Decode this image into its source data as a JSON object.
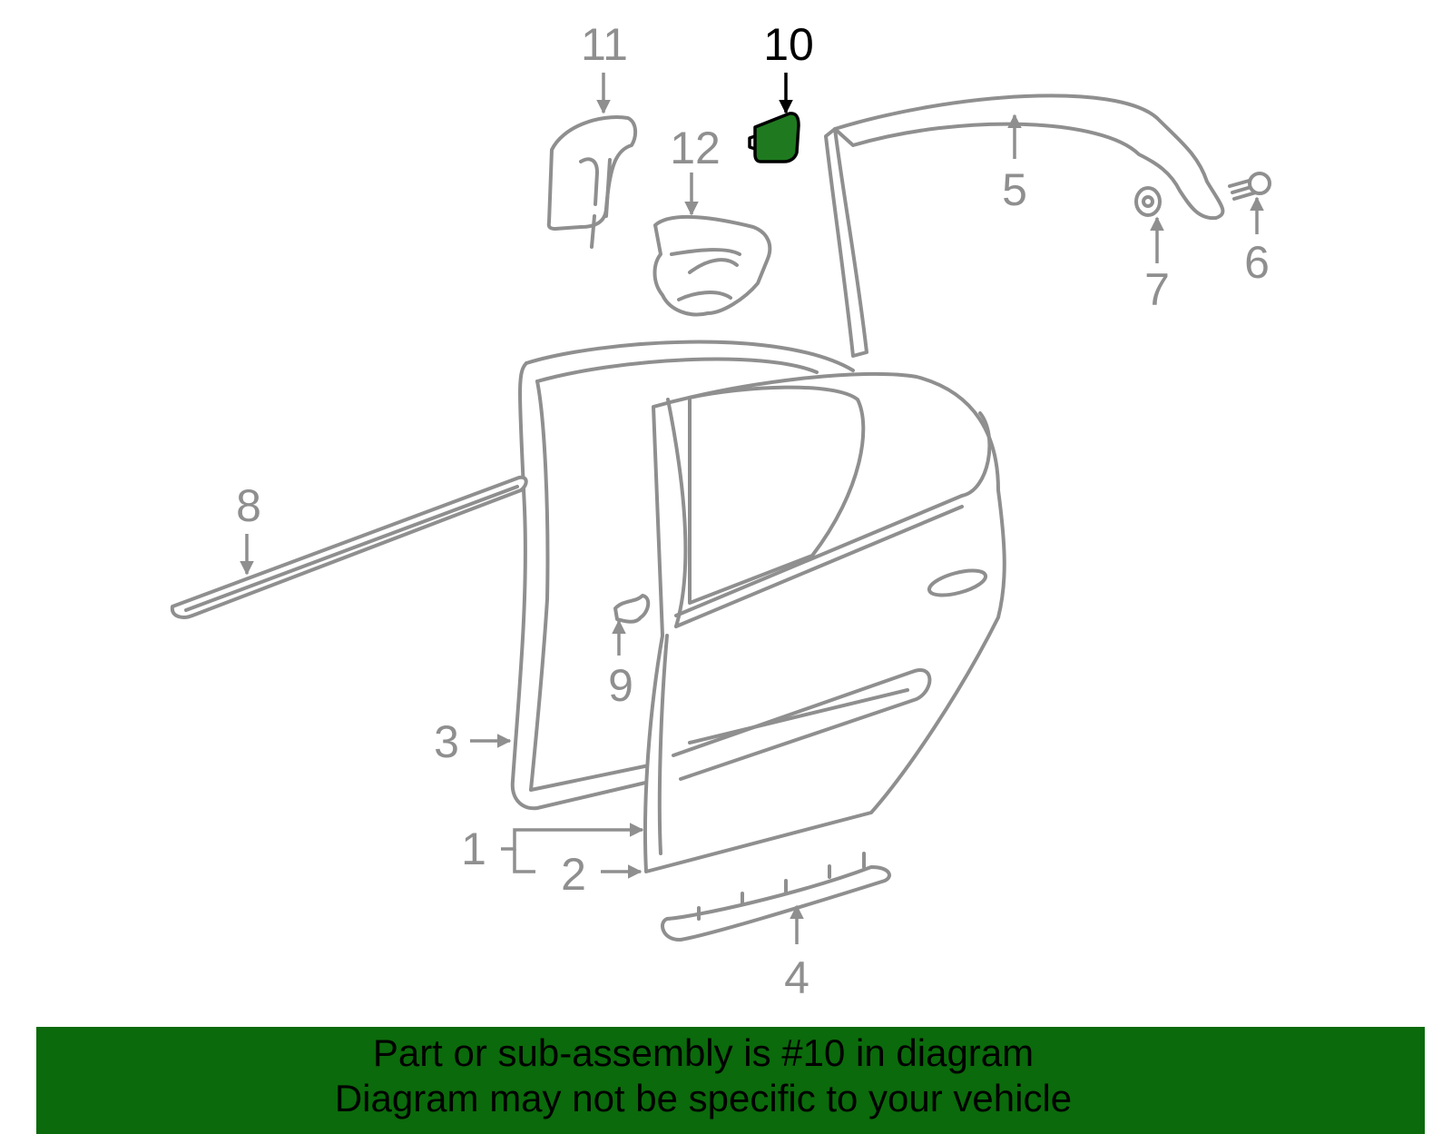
{
  "callouts": {
    "c1": "1",
    "c2": "2",
    "c3": "3",
    "c4": "4",
    "c5": "5",
    "c6": "6",
    "c7": "7",
    "c8": "8",
    "c9": "9",
    "c10": "10",
    "c11": "11",
    "c12": "12"
  },
  "highlighted_callout": "10",
  "colors": {
    "part_stroke": "#8f8f8f",
    "highlight_part": "#1f7a1f",
    "banner_bg": "#0b6a0b",
    "banner_text": "#000000"
  },
  "banner": {
    "line1": "Part or sub-assembly is #10 in diagram",
    "line2": "Diagram may not be specific to your vehicle"
  }
}
